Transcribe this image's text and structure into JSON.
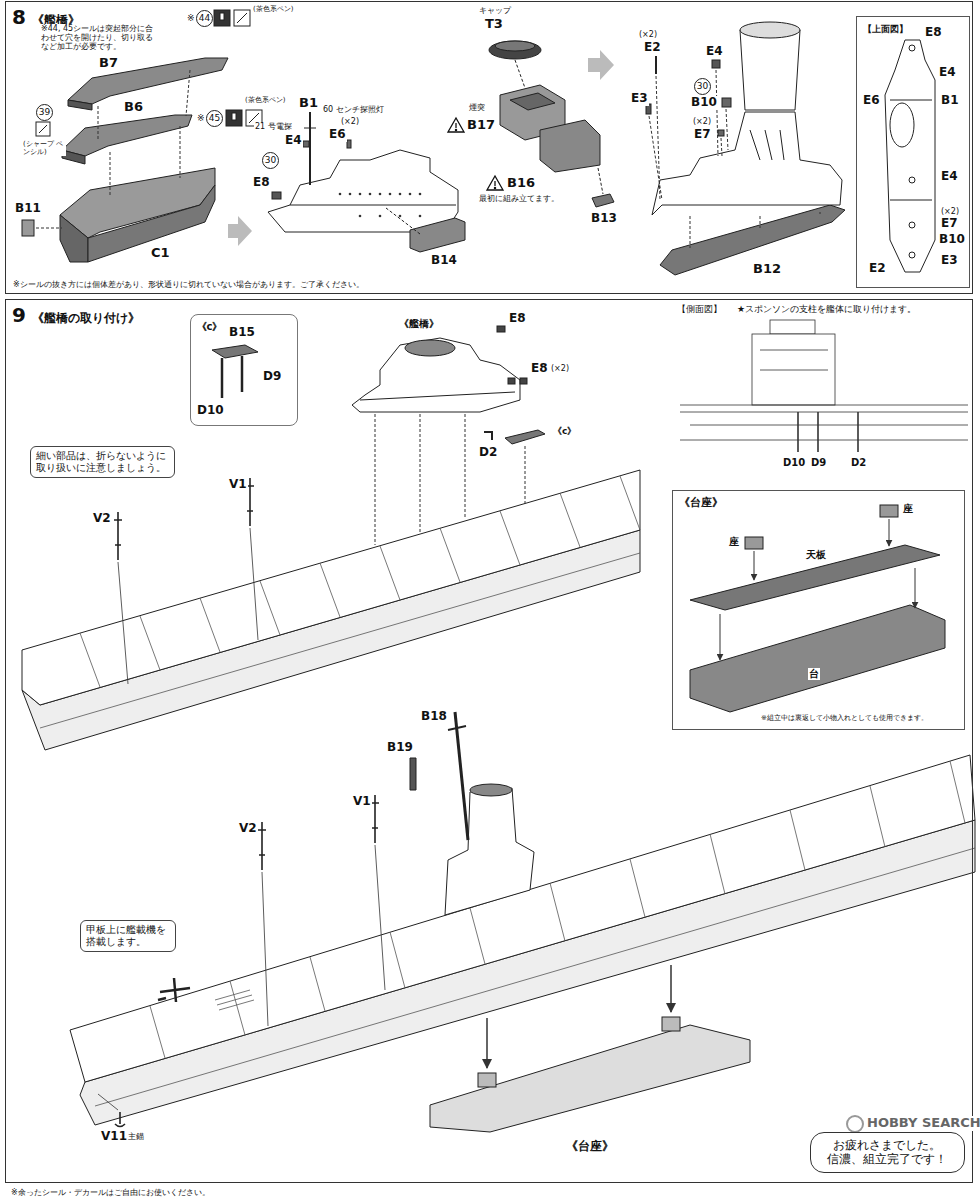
{
  "diagram": {
    "nodes": [
      {
        "text": [
          "8",
          "《艦橋》"
        ]
      },
      {
        "text": [
          "【上面図】"
        ],
        "in": 0
      },
      {
        "text": [
          "9",
          "《艦橋の取り付け》"
        ]
      },
      {
        "text": [
          "《c》"
        ],
        "in": 2
      },
      {
        "text": [
          "細い部品は、折らないように取り扱いに注意しましょう。"
        ],
        "in": 2
      },
      {
        "text": [
          "《台座》"
        ],
        "in": 2
      },
      {
        "text": [
          "甲板上に艦載機を搭載します。"
        ],
        "in": 2
      },
      {
        "text": [
          "お疲れさまでした。 信濃、組立完了です！"
        ],
        "in": 2
      }
    ],
    "labels": [
      "※44, 45シールは突起部分に合わせて穴を開けたり、切り取るなど加工が必要です。",
      "(茶色系ペン)",
      "※",
      "44",
      "B7",
      "(茶色系ペン)",
      "※",
      "45",
      "B6",
      "39",
      "(シャープ ペンシル)",
      "B11",
      "C1",
      "※シールの抜き方には個体差があり、形状通りに切れていない場合があります。ご了承ください。",
      "B1",
      "21 号電探",
      "E4",
      "30",
      "60 センチ探照灯",
      "(×2)",
      "E6",
      "E8",
      "B14",
      "キャップ",
      "T3",
      "煙突",
      "B17",
      "B16",
      "最初に組み立てます。",
      "B13",
      "(×2)",
      "E2",
      "E4",
      "30",
      "E3",
      "B10",
      "(×2)",
      "E7",
      "B12",
      "E8",
      "E4",
      "E6",
      "B1",
      "E4",
      "(×2)",
      "E7",
      "B10",
      "E2",
      "E3",
      "B15",
      "D9",
      "D10",
      "《艦橋》",
      "E8",
      "E8",
      "(×2)",
      "D2",
      "《c》",
      "V1",
      "V2",
      "【側面図】",
      "★スポンソンの支柱を艦体に取り付けます。",
      "D10",
      "D9",
      "D2",
      "座",
      "座",
      "天板",
      "台",
      "※組立中は裏返して小物入れとしても使用できます。",
      "B18",
      "B19",
      "V1",
      "V2",
      "V11",
      "主錨",
      "《台座》",
      "HOBBY SEARCH",
      "※余ったシール・デカールはご自由にお使いください。"
    ]
  }
}
